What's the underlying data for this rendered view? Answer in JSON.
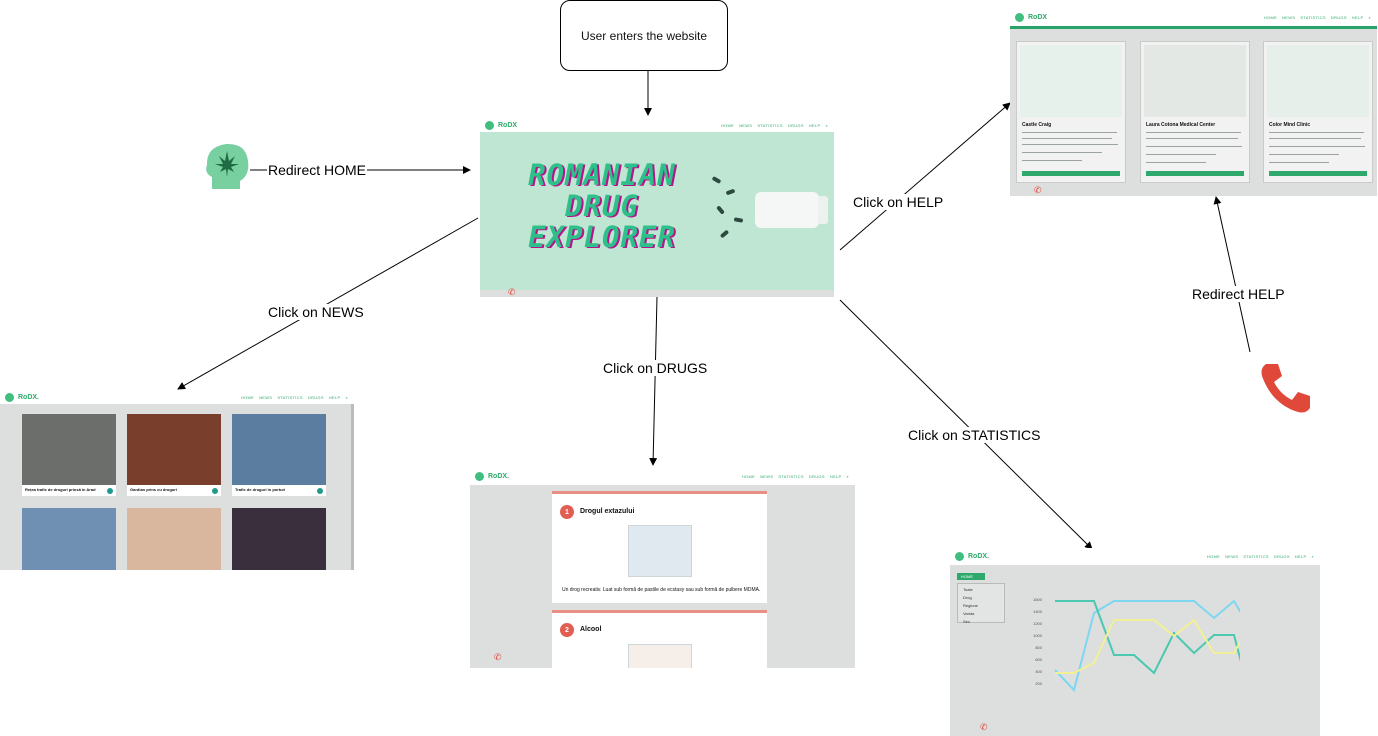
{
  "start_node": {
    "label": "User enters the website"
  },
  "edges": {
    "redirect_home": "Redirect HOME",
    "click_news": "Click on NEWS",
    "click_drugs": "Click on DRUGS",
    "click_help": "Click on HELP",
    "click_statistics": "Click on STATISTICS",
    "redirect_help": "Redirect HELP"
  },
  "icons": {
    "brain": "brain-leaf-icon",
    "phone": "phone-icon",
    "search": "search-icon"
  },
  "colors": {
    "brand_green": "#2ea86b",
    "hero_bg": "#bfe6d3",
    "phone_red": "#e0483a",
    "page_bg": "#dcdfdd"
  },
  "site": {
    "brand": "RoDX.",
    "brand_home": "RoDX",
    "nav": [
      "HOME",
      "NEWS",
      "STATISTICS",
      "DRUGS",
      "HELP"
    ]
  },
  "home": {
    "hero_title": "ROMANIAN DRUG EXPLORER"
  },
  "help": {
    "cards": [
      {
        "title": "Castle Craig"
      },
      {
        "title": "Laura Cotona Medical Center"
      },
      {
        "title": "Color Mind Clinic"
      }
    ]
  },
  "news": {
    "tiles": [
      {
        "caption": "Rețea trafic de droguri prinsă în Arad"
      },
      {
        "caption": "Gardian prins cu droguri"
      },
      {
        "caption": "Trafic de droguri în porturi"
      }
    ]
  },
  "drugs": {
    "items": [
      {
        "number": "1",
        "title": "Drogul extazului",
        "description": "Un drog recreativ. Luat sub formă de pastile de ecstasy sau sub formă de pulbere MDMA."
      },
      {
        "number": "2",
        "title": "Alcool"
      }
    ]
  },
  "statistics": {
    "select_label": "HOME",
    "legend": [
      "Toate",
      "Drog",
      "Regiune",
      "Varsta",
      "Sex"
    ],
    "y_ticks": [
      "1600",
      "1400",
      "1200",
      "1000",
      "800",
      "600",
      "400",
      "200"
    ]
  }
}
